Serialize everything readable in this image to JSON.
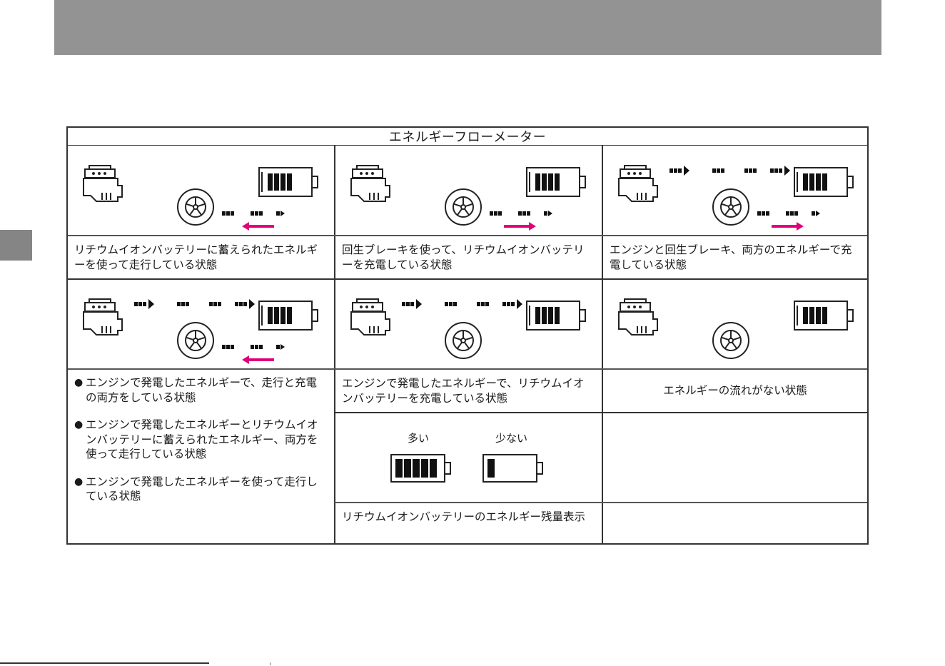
{
  "energy_flow_meter": {
    "title": "エネルギーフローメーター",
    "modes": [
      "リチウムイオンバッテリーに蓄えられたエネルギーを使って走行している状態",
      "回生ブレーキを使って、リチウムイオンバッテリーを充電している状態",
      "エンジンと回生ブレーキ、両方のエネルギーで充電している状態",
      "エンジンで発電したエネルギーで、リチウムイオンバッテリーを充電している状態",
      "エネルギーの流れがない状態"
    ],
    "bullets": [
      "エンジンで発電したエネルギーで、走行と充電の両方をしている状態",
      "エンジンで発電したエネルギーとリチウムイオンバッテリーに蓄えられたエネルギー、両方を使って走行している状態",
      "エンジンで発電したエネルギーを使って走行している状態"
    ],
    "battery_legend": {
      "high_label": "多い",
      "low_label": "少ない",
      "caption": "リチウムイオンバッテリーのエネルギー残量表示"
    }
  },
  "icons": [
    "engine-icon",
    "wheel-icon",
    "battery-icon",
    "arrow-icon"
  ],
  "colors": {
    "accent_arrow": "#e0007a",
    "header_band": "#939393",
    "side_tab": "#858585",
    "rule": "#333333"
  }
}
